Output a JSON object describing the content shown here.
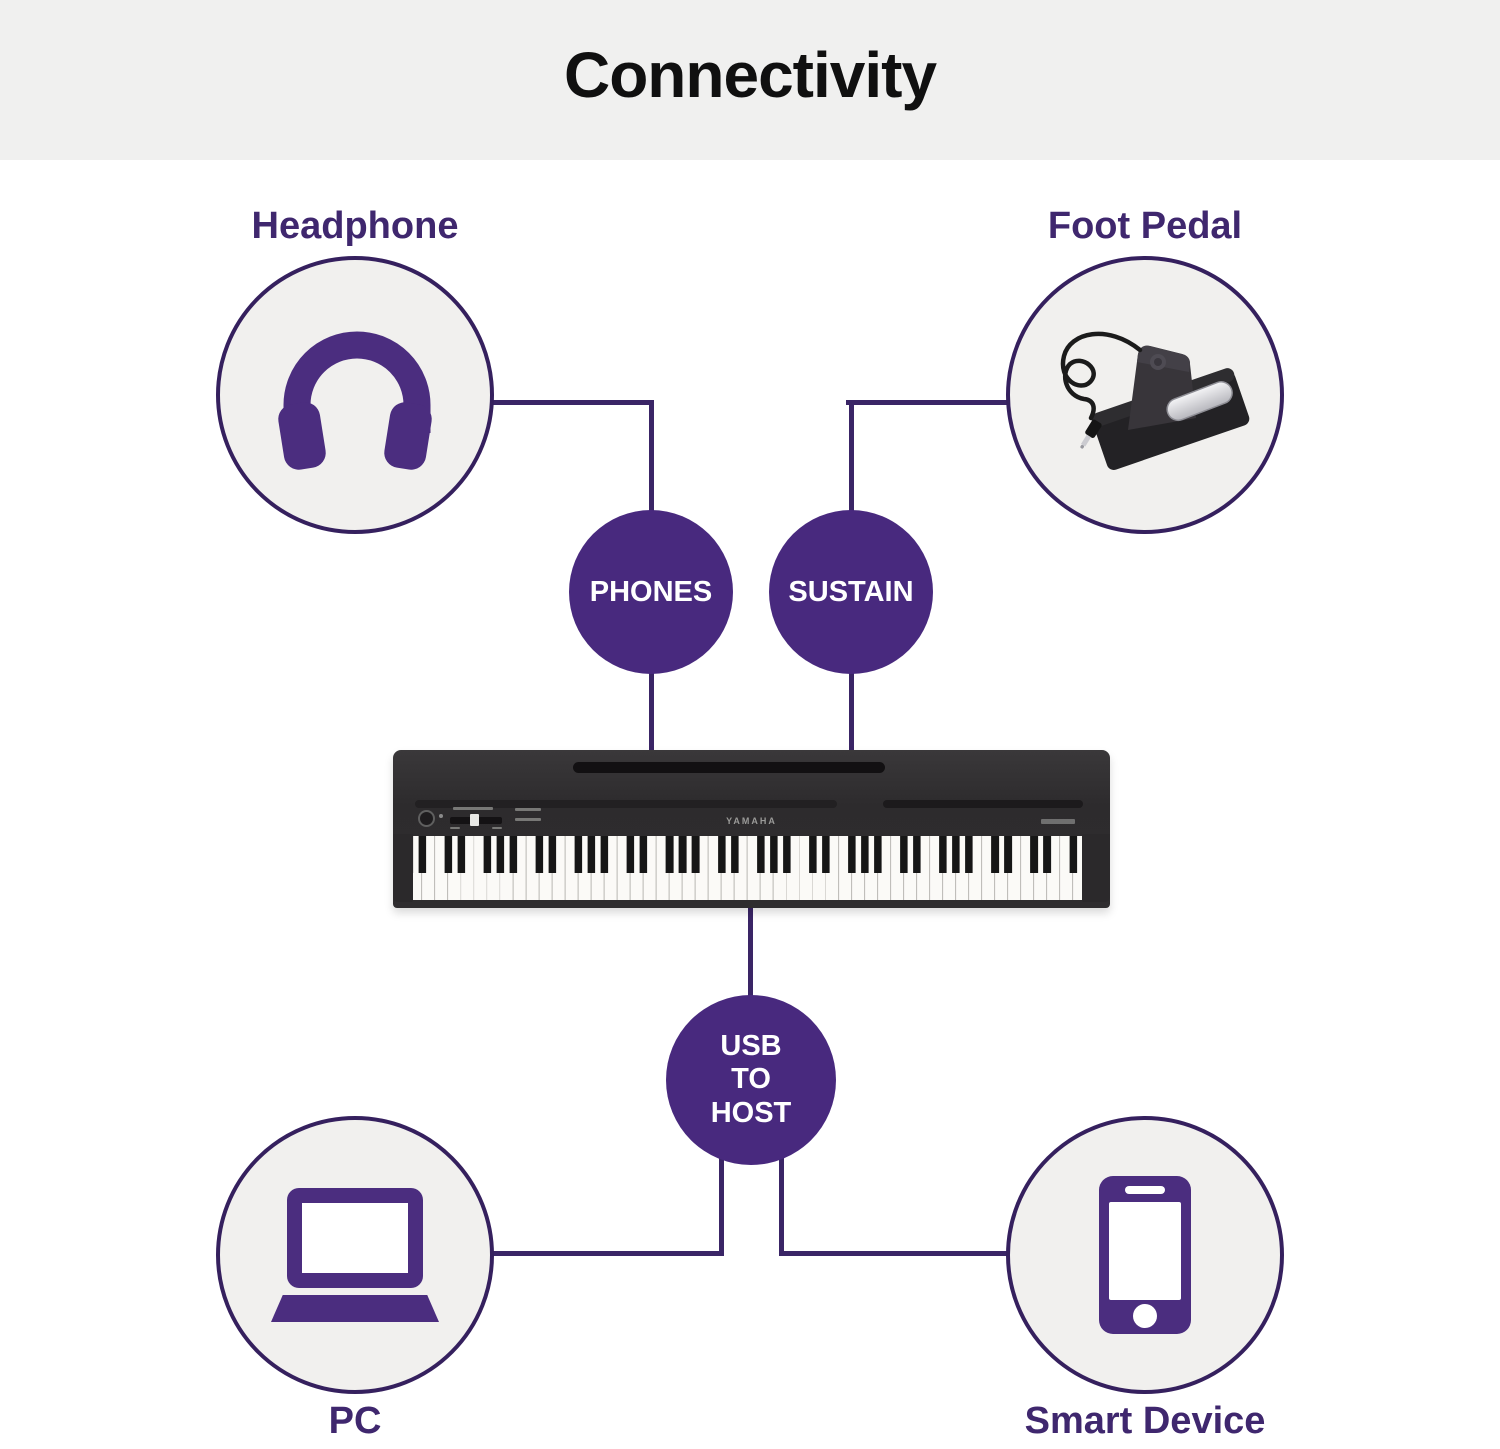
{
  "header": {
    "title": "Connectivity"
  },
  "devices": {
    "headphone": {
      "label": "Headphone",
      "icon": "headphones-icon"
    },
    "foot_pedal": {
      "label": "Foot Pedal",
      "icon": "sustain-pedal-image"
    },
    "pc": {
      "label": "PC",
      "icon": "laptop-icon"
    },
    "smart_device": {
      "label": "Smart Device",
      "icon": "smartphone-icon"
    }
  },
  "ports": {
    "phones": {
      "label": "PHONES"
    },
    "sustain": {
      "label": "SUSTAIN"
    },
    "usb_to_host": {
      "line1": "USB",
      "line2": "TO",
      "line3": "HOST"
    }
  },
  "piano": {
    "brand": "YAMAHA"
  },
  "colors": {
    "header_bg": "#F0F0EF",
    "title_color": "#101010",
    "label_purple": "#3F276E",
    "icon_purple": "#4B2D7F",
    "port_fill_purple": "#48297E",
    "connector_purple": "#3A2566",
    "circle_border_purple": "#35205E",
    "circle_fill": "#F1F0EE",
    "piano_body": "#2F2D2F"
  }
}
